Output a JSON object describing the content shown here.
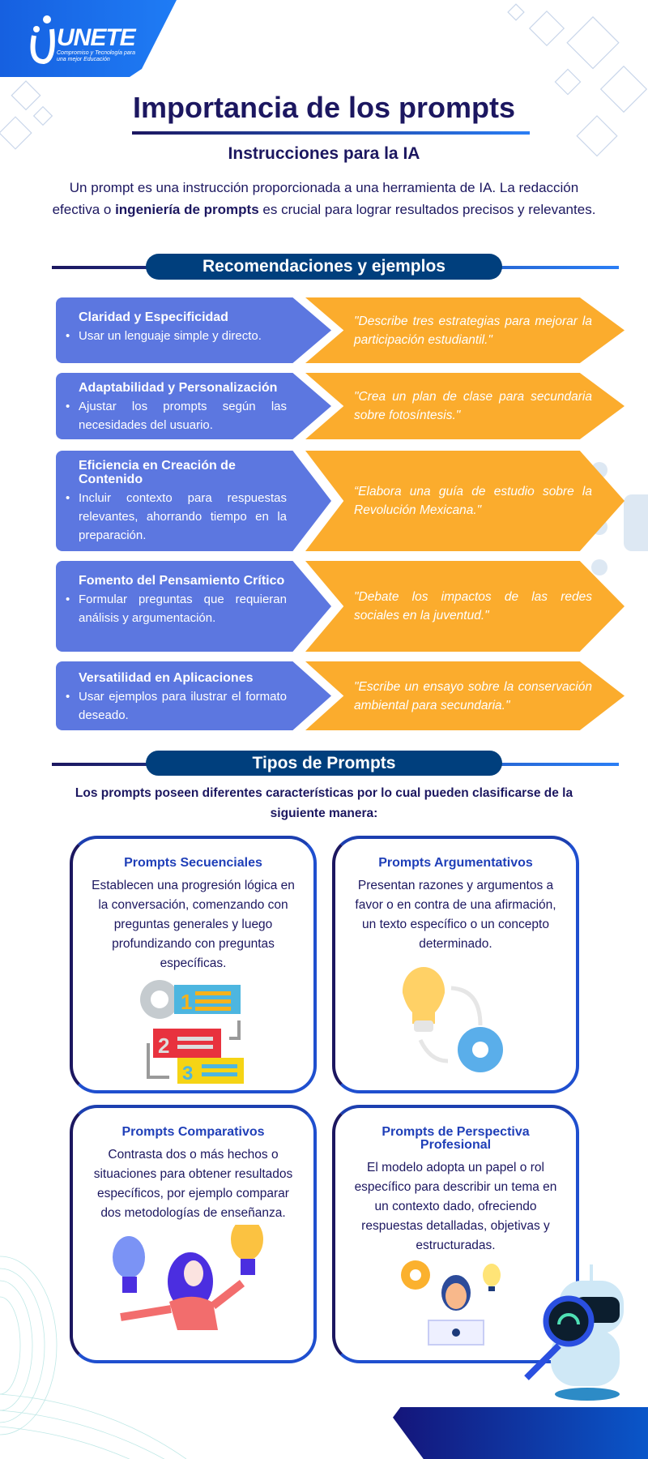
{
  "logo": {
    "word": "UNETE",
    "tagline": "Compromiso y Tecnología para una mejor Educación"
  },
  "header": {
    "title": "Importancia de los prompts",
    "subtitle": "Instrucciones para la IA"
  },
  "intro": {
    "part1": "Un prompt es una instrucción proporcionada a una herramienta de IA. La redacción efectiva o ",
    "bold": "ingeniería de prompts",
    "part2": " es crucial para lograr resultados precisos y relevantes."
  },
  "recommendations": {
    "heading": "Recomendaciones y ejemplos",
    "items": [
      {
        "title": "Claridad y Especificidad",
        "bullet": "Usar un lenguaje simple y directo.",
        "example": "\"Describe tres estrategias para mejorar la participación estudiantil.\""
      },
      {
        "title": "Adaptabilidad y Personalización",
        "bullet": "Ajustar los prompts según las necesidades del usuario.",
        "example": "\"Crea un plan de clase para secundaria sobre fotosíntesis.\""
      },
      {
        "title": "Eficiencia en Creación de Contenido",
        "bullet": "Incluir contexto para respuestas relevantes, ahorrando tiempo en la preparación.",
        "example": "“Elabora una guía de estudio sobre la Revolución Mexicana.\""
      },
      {
        "title": "Fomento del Pensamiento Crítico",
        "bullet": "Formular preguntas que requieran análisis y argumentación.",
        "example": "\"Debate los impactos de las redes sociales en la juventud.\""
      },
      {
        "title": "Versatilidad en Aplicaciones",
        "bullet": "Usar ejemplos para ilustrar el formato deseado.",
        "example": "\"Escribe un ensayo sobre la conservación ambiental para secundaria.\""
      }
    ]
  },
  "types": {
    "heading": "Tipos de Prompts",
    "lead": "Los prompts poseen diferentes características por lo cual pueden clasificarse de la siguiente manera:",
    "cards": [
      {
        "title": "Prompts Secuenciales",
        "text": "Establecen una progresión lógica en la conversación, comenzando con preguntas generales y luego profundizando con preguntas específicas.",
        "icon": "numbered-steps-icon"
      },
      {
        "title": "Prompts Argumentativos",
        "text": "Presentan razones y argumentos a favor o en contra de una afirmación, un texto específico o un concepto determinado.",
        "icon": "lightbulb-gear-icon"
      },
      {
        "title": "Prompts Comparativos",
        "text": "Contrasta dos o más hechos o situaciones para obtener resultados específicos, por ejemplo comparar dos metodologías de enseñanza.",
        "icon": "person-comparing-ideas-icon"
      },
      {
        "title": "Prompts de Perspectiva Profesional",
        "text": "El modelo adopta un papel o rol específico para describir un tema en un contexto dado, ofreciendo respuestas detalladas, objetivas y estructuradas.",
        "icon": "professional-laptop-icon"
      }
    ],
    "step_numbers": [
      "1",
      "2",
      "3"
    ]
  },
  "colors": {
    "navy": "#1c1760",
    "blue_card": "#5c77e0",
    "orange_card": "#fbac2d",
    "pill": "#003f7d",
    "accent": "#2a7ef5"
  }
}
